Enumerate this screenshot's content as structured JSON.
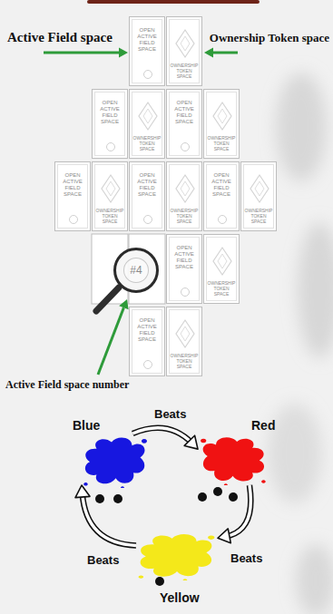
{
  "diagram": {
    "nodes": [
      {
        "text": [
          "OPEN ACTIVE FIELD SPACE"
        ]
      },
      {
        "text": [
          "OWNERSHIP TOKEN SPACE"
        ]
      },
      {
        "text": [
          "OPEN ACTIVE FIELD SPACE"
        ]
      },
      {
        "text": [
          "OWNERSHIP TOKEN SPACE"
        ]
      },
      {
        "text": [
          "OPEN ACTIVE FIELD SPACE"
        ]
      },
      {
        "text": [
          "OWNERSHIP TOKEN SPACE"
        ]
      },
      {
        "text": [
          "OPEN ACTIVE FIELD SPACE"
        ]
      },
      {
        "text": [
          "OWNERSHIP TOKEN SPACE"
        ]
      },
      {
        "text": [
          "OPEN ACTIVE FIELD SPACE"
        ]
      },
      {
        "text": [
          "OWNERSHIP TOKEN SPACE"
        ]
      },
      {
        "text": [
          "OPEN ACTIVE FIELD SPACE"
        ]
      },
      {
        "text": [
          "OWNERSHIP TOKEN SPACE"
        ]
      },
      {
        "text": [
          "#4"
        ]
      },
      {
        "text": [
          "OPEN ACTIVE FIELD SPACE"
        ]
      },
      {
        "text": [
          "OWNERSHIP TOKEN SPACE"
        ]
      },
      {
        "text": [
          "OPEN ACTIVE FIELD SPACE"
        ]
      },
      {
        "text": [
          "OWNERSHIP TOKEN SPACE"
        ]
      },
      {
        "text": [
          "Blue"
        ]
      },
      {
        "text": [
          "Red"
        ]
      },
      {
        "text": [
          "Yellow"
        ]
      }
    ],
    "edges": [
      {
        "from": 17,
        "to": 18,
        "label": "Beats",
        "arrow": "to"
      },
      {
        "from": 18,
        "to": 19,
        "label": "Beats",
        "arrow": "to"
      },
      {
        "from": 19,
        "to": 17,
        "label": "Beats",
        "arrow": "to"
      }
    ],
    "labels": [
      "Active Field space",
      "Ownership Token space",
      "Active Field space number"
    ]
  }
}
